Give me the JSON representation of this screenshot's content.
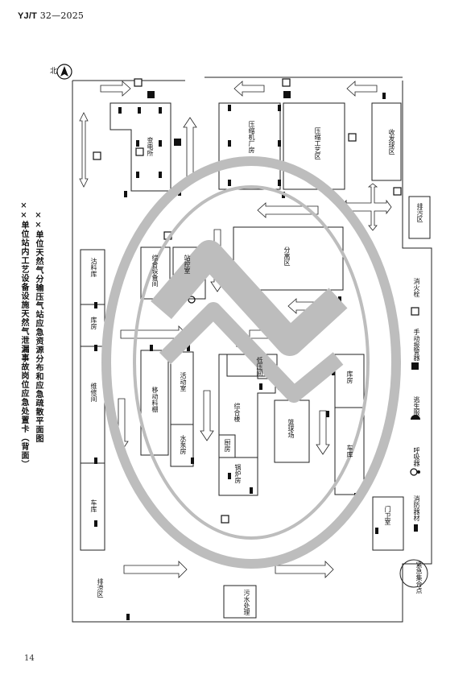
{
  "header": {
    "code": "YJ/T",
    "number": "32—2025"
  },
  "page_number": "14",
  "titles": {
    "line1": "××单位站内工艺设备设施天然气泄漏事故岗位应急处置卡（背面）",
    "line2": "××单位天然气分输压气站应急资源分布和应急疏散平面图"
  },
  "north_label": "北",
  "areas": {
    "substation": "变电所",
    "compressor_room": "压缩机厂房",
    "compressor_process": "压缩工艺区",
    "receiving": "收发球区",
    "drainage": "排污区",
    "separation": "分离区",
    "integrated_room": "综合设备间",
    "control_room": "站控室",
    "material_room": "沽料库",
    "warehouse1": "库房",
    "repair": "维修间",
    "mobile_shed": "移动料棚",
    "activity_room": "活动室",
    "pump_room": "水泵房",
    "kitchen": "厨房",
    "boiler": "锅炉房",
    "office": "综合楼",
    "lowvolt": "低压间",
    "basketball": "篮球场",
    "warehouse2": "库房",
    "garage2": "车库",
    "garage1": "车库",
    "venting": "排涝区",
    "sewage": "污水处理",
    "gate": "门卫室",
    "assembly": "紧急集合点"
  },
  "legend": {
    "extinguisher": "消防器材",
    "breathing": "呼吸器",
    "escape_mask": "逃生服",
    "alarm": "手动报警器",
    "hydrant": "消火栓"
  },
  "colors": {
    "line": "#222222",
    "watermark": "#bdbdbd"
  }
}
